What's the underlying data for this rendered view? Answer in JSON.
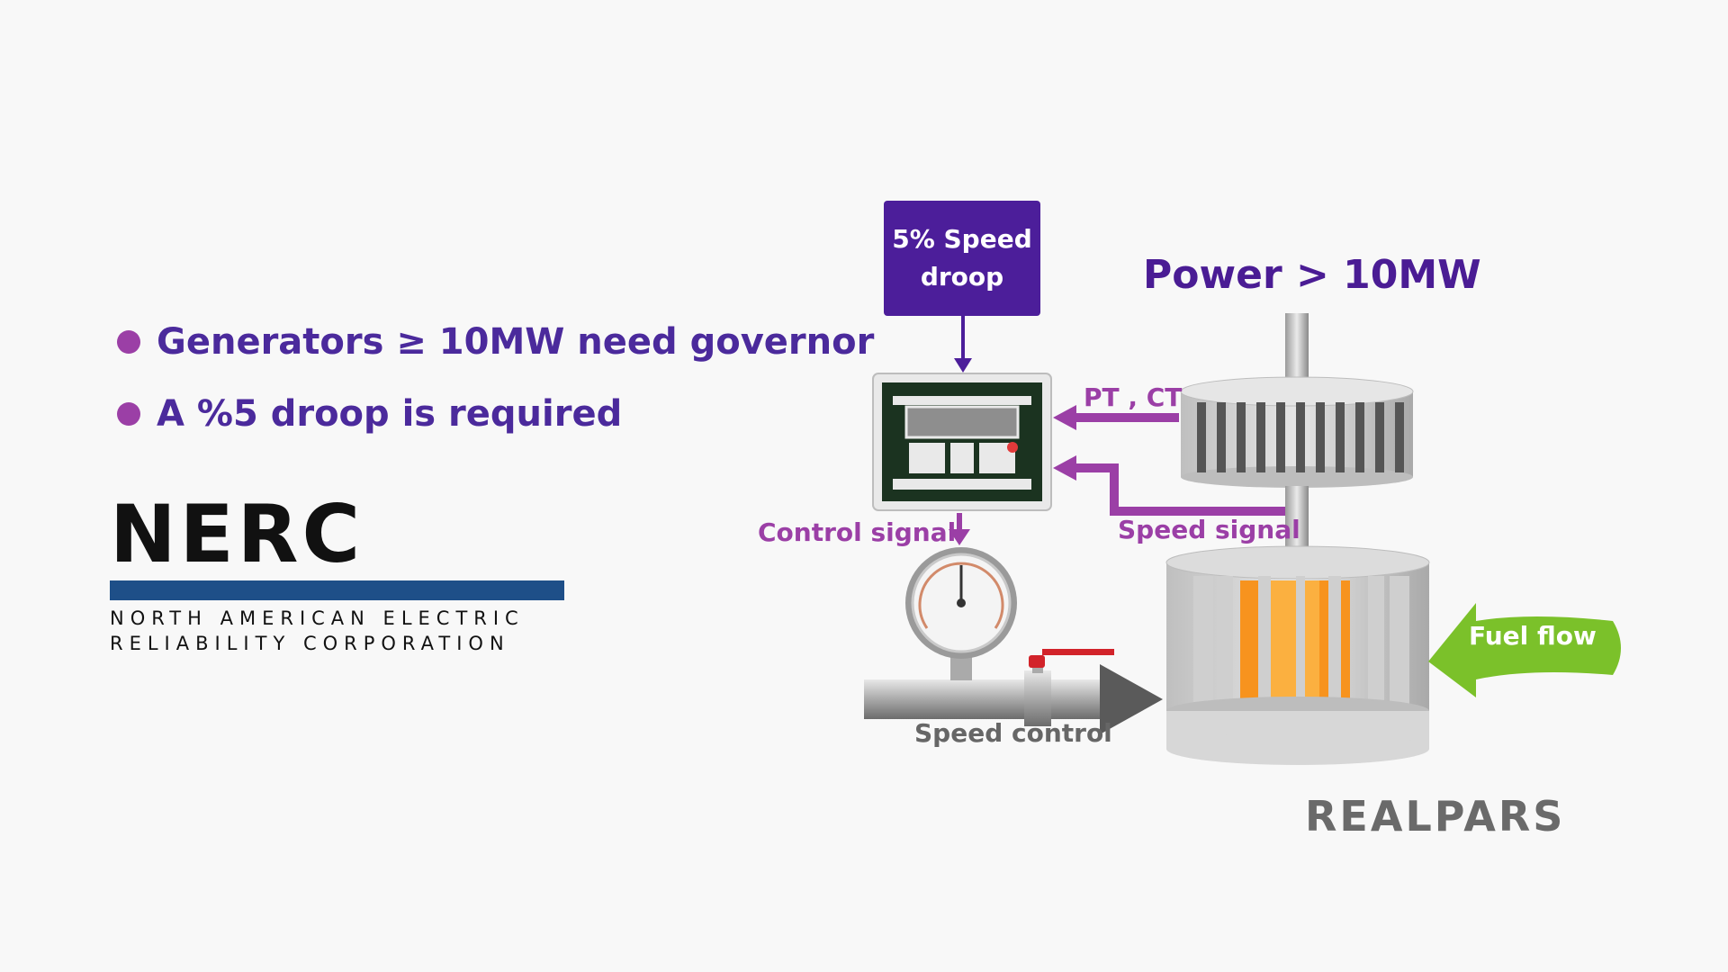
{
  "bullets": [
    {
      "text": "Generators ≥ 10MW need governor"
    },
    {
      "text": "A %5 droop is required"
    }
  ],
  "nerc": {
    "acronym": "NERC",
    "line1": "NORTH AMERICAN ELECTRIC",
    "line2": "RELIABILITY CORPORATION"
  },
  "diagram": {
    "droop_line1": "5% Speed",
    "droop_line2": "droop",
    "power": "Power > 10MW",
    "pt_ct": "PT , CT",
    "speed_signal": "Speed signal",
    "control_signal": "Control signal",
    "speed_control": "Speed control",
    "fuel_flow": "Fuel flow"
  },
  "brand": "REALPARS",
  "colors": {
    "purple": "#9b3fa6",
    "indigo": "#4c1e9a",
    "green": "#7bc12a",
    "orange": "#f7931e",
    "gray": "#6a6a6a"
  }
}
